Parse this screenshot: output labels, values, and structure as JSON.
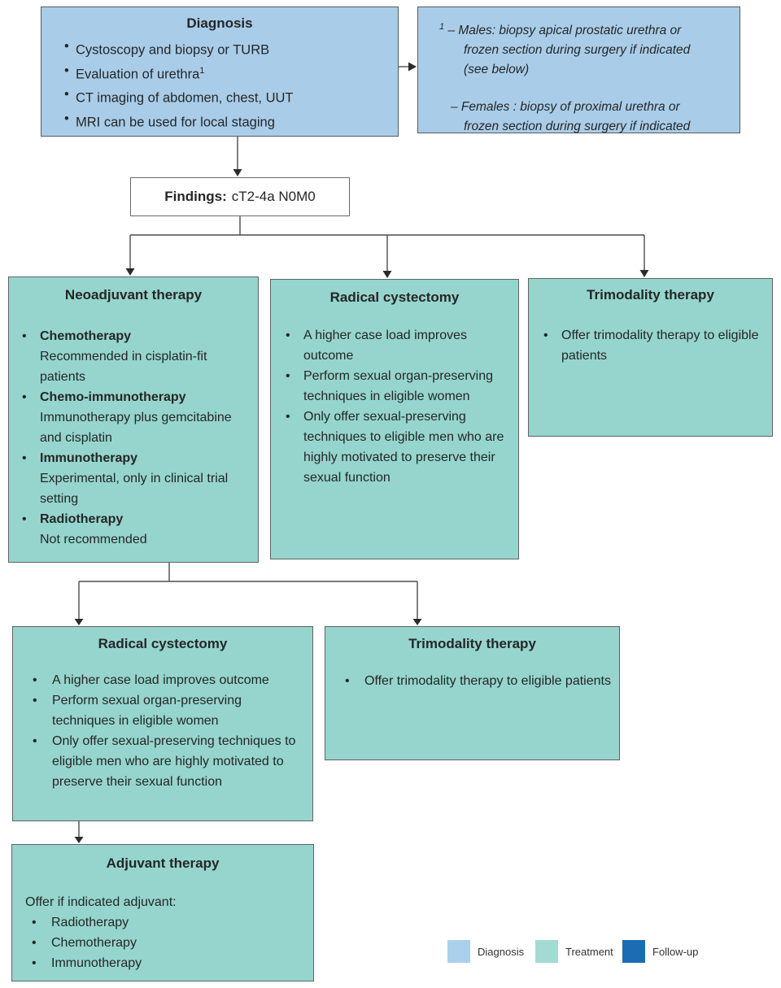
{
  "colors": {
    "diagnosis_fill": "#a9cde9",
    "treatment_fill": "#95d5cd",
    "followup_fill": "#1b6cb3",
    "box_border": "#5b5b5b",
    "connector_line": "#4d4d4d",
    "text": "#262626"
  },
  "diagnosis": {
    "title": "Diagnosis",
    "items": [
      {
        "text": "Cystoscopy and biopsy or TURB",
        "sup": ""
      },
      {
        "text": "Evaluation of urethra",
        "sup": "1"
      },
      {
        "text": "CT imaging of abdomen, chest, UUT",
        "sup": ""
      },
      {
        "text": "MRI can be used for local staging",
        "sup": ""
      }
    ]
  },
  "footnote": {
    "marker": "1",
    "male_text": "– Males: biopsy apical prostatic urethra or frozen section during surgery if indicated (see below)",
    "female_text": "– Females : biopsy of proximal urethra or frozen section during surgery if indicated"
  },
  "findings": {
    "label": "Findings:",
    "value": "cT2-4a N0M0"
  },
  "neoadjuvant": {
    "title": "Neoadjuvant therapy",
    "items": [
      {
        "name": "Chemotherapy",
        "desc": "Recommended in cisplatin-fit patients"
      },
      {
        "name": "Chemo-immunotherapy",
        "desc": "Immunotherapy plus gemcitabine and cisplatin"
      },
      {
        "name": "Immunotherapy",
        "desc": "Experimental, only in clinical trial setting"
      },
      {
        "name": "Radiotherapy",
        "desc": "Not recommended"
      }
    ]
  },
  "radical_top": {
    "title": "Radical cystectomy",
    "items": [
      "A higher case load improves outcome",
      "Perform sexual organ-preserving techniques in eligible women",
      "Only offer sexual-preserving techniques to eligible men who are highly motivated to preserve their sexual function"
    ]
  },
  "trimodality_top": {
    "title": "Trimodality therapy",
    "items": [
      "Offer trimodality therapy to eligible patients"
    ]
  },
  "radical_bottom": {
    "title": "Radical cystectomy",
    "items": [
      "A higher case load improves outcome",
      "Perform sexual organ-preserving techniques in eligible women",
      "Only offer sexual-preserving techniques to eligible men who are highly motivated to preserve their sexual function"
    ]
  },
  "trimodality_bottom": {
    "title": "Trimodality therapy",
    "items": [
      "Offer trimodality therapy to eligible patients"
    ]
  },
  "adjuvant": {
    "title": "Adjuvant therapy",
    "intro": "Offer if indicated adjuvant:",
    "items": [
      "Radiotherapy",
      "Chemotherapy",
      "Immunotherapy"
    ]
  },
  "legend": {
    "items": [
      {
        "label": "Diagnosis",
        "color": "#abd0ec"
      },
      {
        "label": "Treatment",
        "color": "#a3dbd3"
      },
      {
        "label": "Follow-up",
        "color": "#1b6cb3"
      }
    ]
  }
}
